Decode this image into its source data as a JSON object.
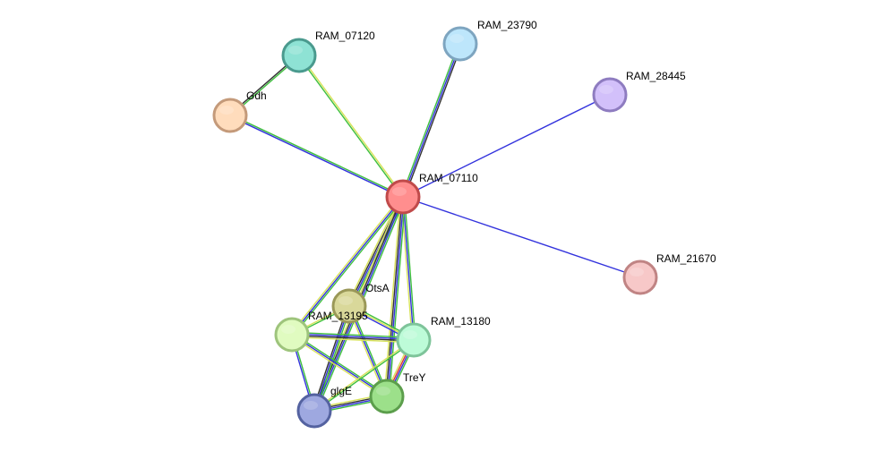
{
  "network": {
    "nodes": [
      {
        "id": "RAM_07110",
        "label": "RAM_07110",
        "fill": "#ff8e8e",
        "stroke": "#c04a4a"
      },
      {
        "id": "RAM_07120",
        "label": "RAM_07120",
        "fill": "#8ee2d4",
        "stroke": "#4a9a8e"
      },
      {
        "id": "Gdh",
        "label": "Gdh",
        "fill": "#ffdcbc",
        "stroke": "#c49a7a"
      },
      {
        "id": "RAM_23790",
        "label": "RAM_23790",
        "fill": "#bde6fb",
        "stroke": "#7ea5c0"
      },
      {
        "id": "RAM_28445",
        "label": "RAM_28445",
        "fill": "#d2c0fa",
        "stroke": "#8e7cc0"
      },
      {
        "id": "RAM_21670",
        "label": "RAM_21670",
        "fill": "#f7c8c8",
        "stroke": "#c08484"
      },
      {
        "id": "OtsA",
        "label": "OtsA",
        "fill": "#d9d89a",
        "stroke": "#9a9858"
      },
      {
        "id": "RAM_13195",
        "label": "RAM_13195",
        "fill": "#e0fbc0",
        "stroke": "#9ec47c"
      },
      {
        "id": "RAM_13180",
        "label": "RAM_13180",
        "fill": "#bdfbd8",
        "stroke": "#7ec49a"
      },
      {
        "id": "TreY",
        "label": "TreY",
        "fill": "#9ce08a",
        "stroke": "#5c9e4c"
      },
      {
        "id": "glgE",
        "label": "glgE",
        "fill": "#9ea8e0",
        "stroke": "#5462a0"
      }
    ],
    "edges": [
      {
        "source": "RAM_07110",
        "target": "RAM_07120",
        "colors": [
          "#3fbf3f",
          "#d8e35a"
        ]
      },
      {
        "source": "RAM_07110",
        "target": "Gdh",
        "colors": [
          "#3333dd",
          "#3fbf3f"
        ]
      },
      {
        "source": "RAM_07120",
        "target": "Gdh",
        "colors": [
          "#3fbf3f",
          "#333333"
        ]
      },
      {
        "source": "RAM_07110",
        "target": "RAM_23790",
        "colors": [
          "#3fbf3f",
          "#3333dd",
          "#333333"
        ]
      },
      {
        "source": "RAM_07110",
        "target": "RAM_28445",
        "colors": [
          "#3333dd"
        ]
      },
      {
        "source": "RAM_07110",
        "target": "RAM_21670",
        "colors": [
          "#3333dd"
        ]
      },
      {
        "source": "RAM_07110",
        "target": "OtsA",
        "colors": [
          "#3fbf3f",
          "#3333dd",
          "#333333",
          "#d8e35a"
        ]
      },
      {
        "source": "RAM_07110",
        "target": "RAM_13195",
        "colors": [
          "#3fbf3f",
          "#3333dd",
          "#d8e35a"
        ]
      },
      {
        "source": "RAM_07110",
        "target": "RAM_13180",
        "colors": [
          "#3fbf3f",
          "#3333dd",
          "#d8e35a"
        ]
      },
      {
        "source": "RAM_07110",
        "target": "TreY",
        "colors": [
          "#3fbf3f",
          "#3333dd",
          "#333333",
          "#d8e35a"
        ]
      },
      {
        "source": "RAM_07110",
        "target": "glgE",
        "colors": [
          "#3fbf3f",
          "#3333dd",
          "#333333",
          "#d8e35a"
        ]
      },
      {
        "source": "OtsA",
        "target": "RAM_13195",
        "colors": [
          "#3fbf3f",
          "#d8e35a"
        ]
      },
      {
        "source": "OtsA",
        "target": "RAM_13180",
        "colors": [
          "#3fbf3f",
          "#d8e35a",
          "#3333dd"
        ]
      },
      {
        "source": "OtsA",
        "target": "TreY",
        "colors": [
          "#3fbf3f",
          "#3333dd",
          "#d8e35a"
        ]
      },
      {
        "source": "OtsA",
        "target": "glgE",
        "colors": [
          "#3fbf3f",
          "#3333dd",
          "#333333"
        ]
      },
      {
        "source": "RAM_13195",
        "target": "RAM_13180",
        "colors": [
          "#3fbf3f",
          "#3333dd",
          "#333333",
          "#d8e35a"
        ]
      },
      {
        "source": "RAM_13195",
        "target": "TreY",
        "colors": [
          "#3fbf3f",
          "#3333dd",
          "#d8e35a"
        ]
      },
      {
        "source": "RAM_13195",
        "target": "glgE",
        "colors": [
          "#3fbf3f",
          "#3333dd"
        ]
      },
      {
        "source": "RAM_13180",
        "target": "TreY",
        "colors": [
          "#3fbf3f",
          "#3333dd",
          "#dd3333",
          "#d8e35a"
        ]
      },
      {
        "source": "RAM_13180",
        "target": "glgE",
        "colors": [
          "#3fbf3f",
          "#d8e35a"
        ]
      },
      {
        "source": "TreY",
        "target": "glgE",
        "colors": [
          "#3fbf3f",
          "#3333dd",
          "#333333",
          "#d8e35a"
        ]
      }
    ]
  }
}
